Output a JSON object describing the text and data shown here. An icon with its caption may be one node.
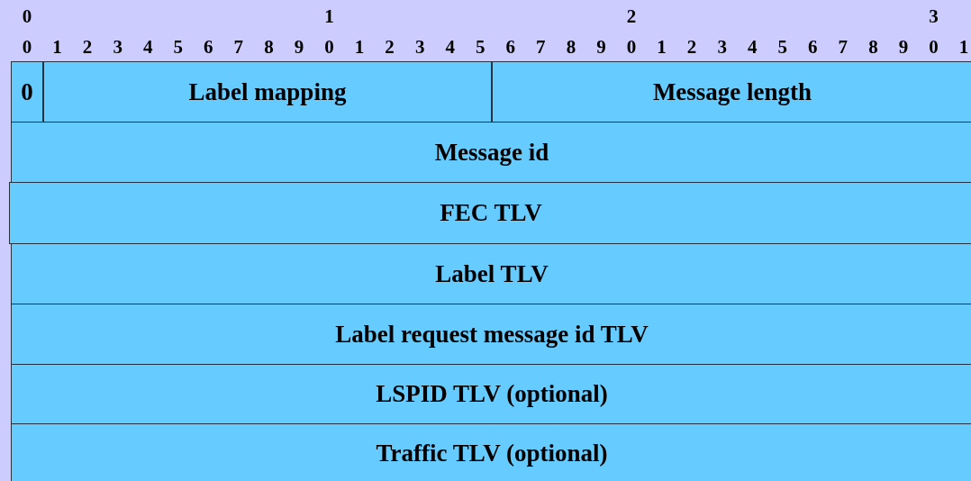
{
  "diagram": {
    "nodes": [
      {
        "text": [
          "0"
        ]
      },
      {
        "text": [
          "Label mapping"
        ]
      },
      {
        "text": [
          "Message length"
        ]
      },
      {
        "text": [
          "Message id"
        ]
      },
      {
        "text": [
          "FEC TLV"
        ]
      },
      {
        "text": [
          "Label TLV"
        ]
      },
      {
        "text": [
          "Label request message id TLV"
        ]
      },
      {
        "text": [
          "LSPID TLV (optional)"
        ]
      },
      {
        "text": [
          "Traffic TLV (optional)"
        ]
      }
    ],
    "labels": [
      "0",
      "1",
      "2",
      "3",
      "0",
      "1",
      "2",
      "3",
      "4",
      "5",
      "6",
      "7",
      "8",
      "9",
      "0",
      "1",
      "2",
      "3",
      "4",
      "5",
      "6",
      "7",
      "8",
      "9",
      "0",
      "1",
      "2",
      "3",
      "4",
      "5",
      "6",
      "7",
      "8",
      "9",
      "0",
      "1"
    ]
  }
}
